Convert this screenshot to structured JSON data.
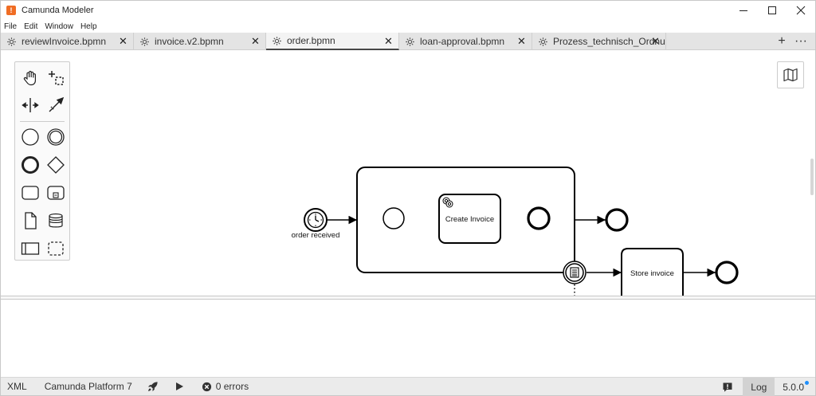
{
  "window": {
    "title": "Camunda Modeler",
    "app_icon_glyph": "!",
    "controls": [
      "minimize-icon",
      "maximize-icon",
      "close-icon"
    ]
  },
  "menu": {
    "items": [
      "File",
      "Edit",
      "Window",
      "Help"
    ]
  },
  "tabs": [
    {
      "label": "reviewInvoice.bpmn",
      "icon": "gear-icon",
      "active": false
    },
    {
      "label": "invoice.v2.bpmn",
      "icon": "gear-icon",
      "active": false
    },
    {
      "label": "order.bpmn",
      "icon": "gear-icon",
      "active": true
    },
    {
      "label": "loan-approval.bpmn",
      "icon": "gear-icon",
      "active": false
    },
    {
      "label": "Prozess_technisch_Ordnu",
      "icon": "gear-icon",
      "active": false
    }
  ],
  "tab_actions": {
    "add": "+",
    "more": "···"
  },
  "palette": {
    "tools": [
      "hand-tool-icon",
      "lasso-tool-icon",
      "space-tool-icon",
      "connect-tool-icon"
    ],
    "elements": [
      "start-event-icon",
      "intermediate-event-icon",
      "end-event-icon",
      "gateway-icon",
      "task-icon",
      "subprocess-icon",
      "data-object-icon",
      "data-store-icon",
      "pool-icon",
      "group-icon"
    ]
  },
  "diagram": {
    "start_event_label": "order received",
    "task_create_invoice": "Create Invoice",
    "task_store_invoice": "Store invoice"
  },
  "statusbar": {
    "format": "XML",
    "platform": "Camunda Platform 7",
    "deploy_icon": "rocket-icon",
    "run_icon": "play-icon",
    "errors": "0 errors",
    "feedback_icon": "feedback-icon",
    "log": "Log",
    "version": "5.0.0"
  },
  "colors": {
    "accent_orange": "#f06d24",
    "update_dot_blue": "#1f8ffb"
  }
}
